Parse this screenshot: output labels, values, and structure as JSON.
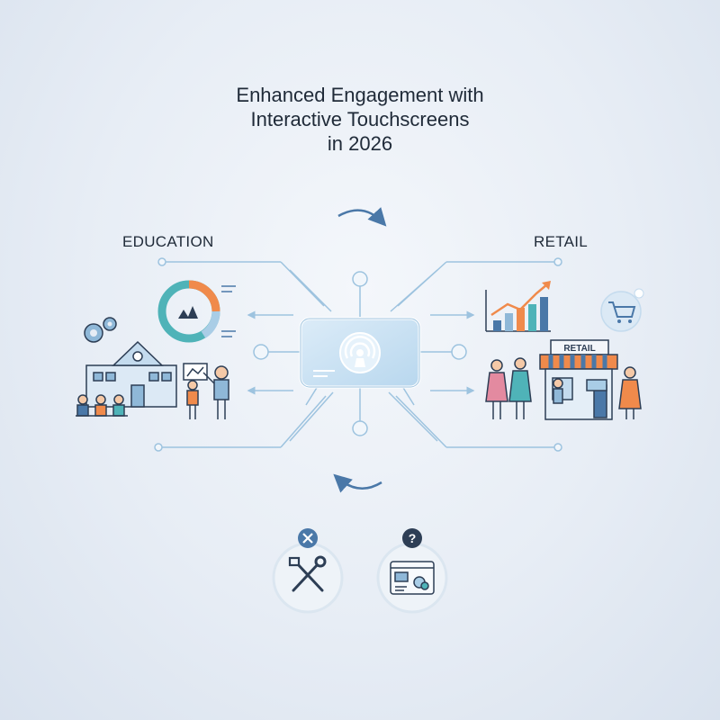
{
  "title": {
    "line1": "Enhanced Engagement with",
    "line2": "Interactive Touchscreens",
    "line3": "in 2026"
  },
  "sections": {
    "education": "EDUCATION",
    "retail": "RETAIL"
  },
  "retail_sign": "RETAIL",
  "icons": {
    "center": "touchscreen-panel-icon",
    "tools": "wrench-screwdriver-icon",
    "help": "question-mark-icon",
    "interface": "dashboard-window-icon",
    "cart": "shopping-cart-icon",
    "chart": "growth-bar-chart-icon",
    "gears": "gears-icon",
    "donut": "donut-chart-icon"
  },
  "colors": {
    "primary_blue": "#4a78a8",
    "light_blue": "#a9cde6",
    "line_blue": "#9dc3df",
    "orange": "#f08a4b",
    "teal": "#4fb3b8",
    "dark": "#2d3e55"
  }
}
